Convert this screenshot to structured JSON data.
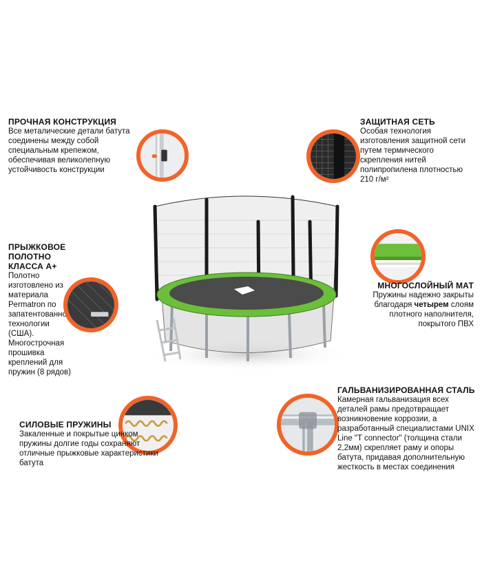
{
  "features": {
    "construction": {
      "title": "ПРОЧНАЯ КОНСТРУКЦИЯ",
      "body": "Все металические детали батута соединены между собой специальным крепежом, обеспечивая великолепную устойчивость конструкции"
    },
    "net": {
      "title": "ЗАЩИТНАЯ СЕТЬ",
      "body": "Особая технология изготовления защитной сети путем термического скрепления нитей полипропилена плотностью 210 г/м²"
    },
    "mat": {
      "title_line1": "ПРЫЖКОВОЕ ПОЛОТНО",
      "title_line2": "КЛАССА А+",
      "body": "Полотно изготовлено из материала Permatron по запатентованной технологии (США). Многострочная прошивка креплений для пружин (8 рядов)"
    },
    "multilayer": {
      "title": "МНОГОСЛОЙНЫЙ МАТ",
      "body_before": "Пружины надежно закрыты благодаря ",
      "body_bold": "четырем",
      "body_after": " слоям плотного наполнителя, покрытого ПВХ"
    },
    "steel": {
      "title": "ГАЛЬВАНИЗИРОВАННАЯ СТАЛЬ",
      "body": "Камерная гальванизация всех деталей рамы предотвращает возникновение коррозии, а разработанный специалистами  UNIX Line \"T connector\" (толщина стали 2,2мм) скрепляет раму и опоры батута, придавая дополнительную жесткость в местах соединения"
    },
    "springs": {
      "title": "СИЛОВЫЕ ПРУЖИНЫ",
      "body": "Закаленные и покрытые цинком пружины долгие годы сохраняют отличные прыжковые характеристики батута"
    }
  },
  "colors": {
    "accent": "#f0642a",
    "mat_green": "#6cbf3a",
    "frame": "#9aa0a6",
    "net": "#222222"
  }
}
